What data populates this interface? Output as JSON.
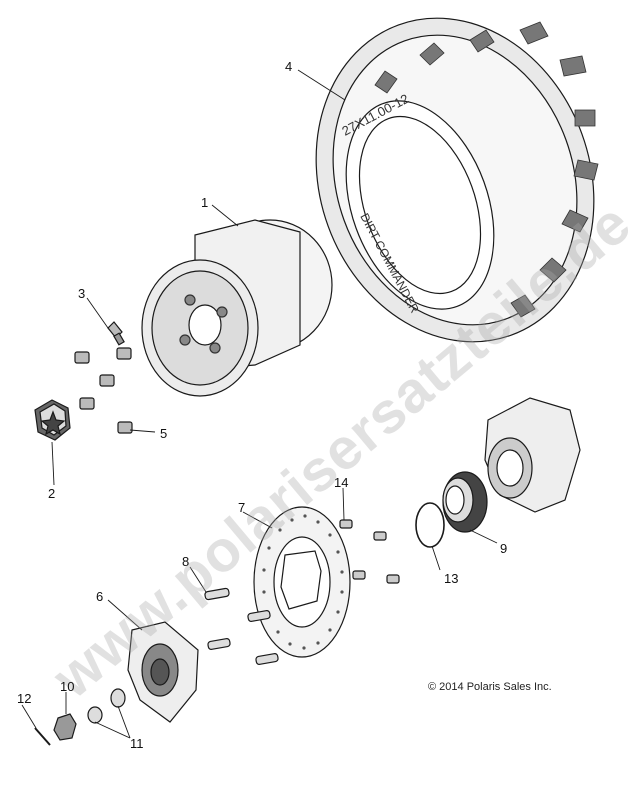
{
  "callouts": {
    "c1": "1",
    "c2": "2",
    "c3": "3",
    "c4": "4",
    "c5": "5",
    "c6": "6",
    "c7": "7",
    "c8": "8",
    "c9": "9",
    "c10": "10",
    "c11": "11",
    "c12": "12",
    "c13": "13",
    "c14": "14"
  },
  "tire_sidewall_text": "27X11.00-12",
  "tire_brand_text": "DIRT COMMANDER",
  "copyright": "© 2014 Polaris Sales Inc.",
  "watermark": "www.polarisersatzteile.de",
  "colors": {
    "line": "#1a1a1a",
    "fill": "#ffffff",
    "shade": "#cfcfcf",
    "watermark": "#aaaaaa"
  }
}
